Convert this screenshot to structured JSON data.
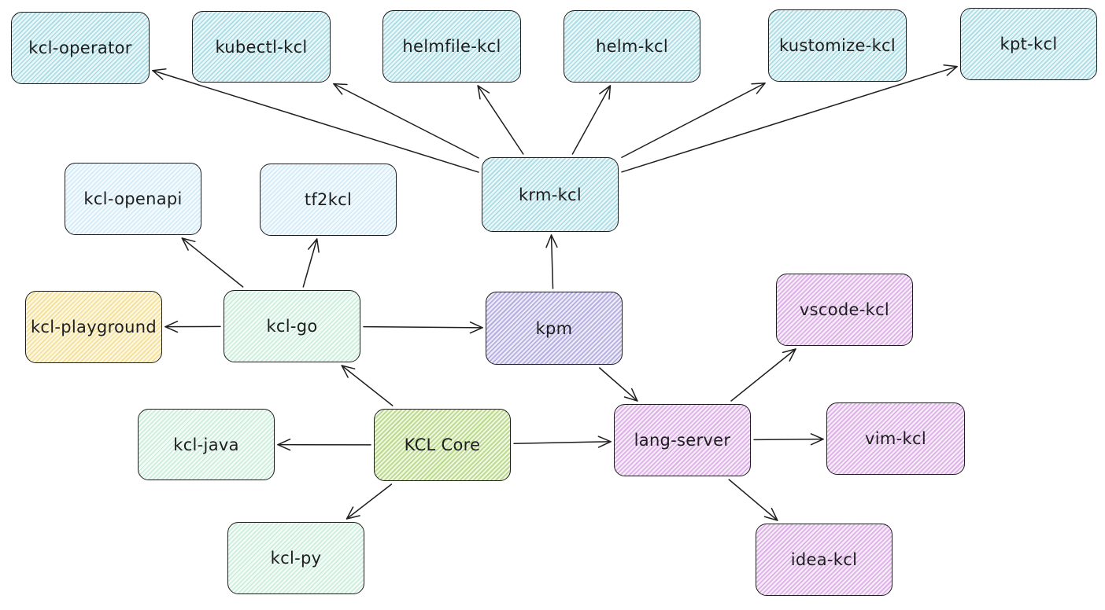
{
  "nodes": {
    "kcl_operator": {
      "label": "kcl-operator",
      "color": "#a5d8e0"
    },
    "kubectl_kcl": {
      "label": "kubectl-kcl",
      "color": "#a5d8e0"
    },
    "helmfile_kcl": {
      "label": "helmfile-kcl",
      "color": "#a5d8e0"
    },
    "helm_kcl": {
      "label": "helm-kcl",
      "color": "#a5d8e0"
    },
    "kustomize_kcl": {
      "label": "kustomize-kcl",
      "color": "#a5d8e0"
    },
    "kpt_kcl": {
      "label": "kpt-kcl",
      "color": "#a5d8e0"
    },
    "krm_kcl": {
      "label": "krm-kcl",
      "color": "#a5d8e0"
    },
    "kcl_openapi": {
      "label": "kcl-openapi",
      "color": "#cfe9f6"
    },
    "tf2kcl": {
      "label": "tf2kcl",
      "color": "#cfe9f6"
    },
    "kcl_playground": {
      "label": "kcl-playground",
      "color": "#f3df94"
    },
    "kcl_go": {
      "label": "kcl-go",
      "color": "#c6ecd8"
    },
    "kpm": {
      "label": "kpm",
      "color": "#b6ade0"
    },
    "vscode_kcl": {
      "label": "vscode-kcl",
      "color": "#dcb2e6"
    },
    "kcl_java": {
      "label": "kcl-java",
      "color": "#c6ecd8"
    },
    "kcl_core": {
      "label": "KCL Core",
      "color": "#b9d88c"
    },
    "lang_server": {
      "label": "lang-server",
      "color": "#dcb2e6"
    },
    "vim_kcl": {
      "label": "vim-kcl",
      "color": "#dcb2e6"
    },
    "kcl_py": {
      "label": "kcl-py",
      "color": "#c6ecd8"
    },
    "idea_kcl": {
      "label": "idea-kcl",
      "color": "#dcb2e6"
    }
  },
  "edges": [
    {
      "from": "krm_kcl",
      "to": "kcl_operator"
    },
    {
      "from": "krm_kcl",
      "to": "kubectl_kcl"
    },
    {
      "from": "krm_kcl",
      "to": "helmfile_kcl"
    },
    {
      "from": "krm_kcl",
      "to": "helm_kcl"
    },
    {
      "from": "krm_kcl",
      "to": "kustomize_kcl"
    },
    {
      "from": "krm_kcl",
      "to": "kpt_kcl"
    },
    {
      "from": "kpm",
      "to": "krm_kcl"
    },
    {
      "from": "kpm",
      "to": "lang_server"
    },
    {
      "from": "kcl_go",
      "to": "kcl_openapi"
    },
    {
      "from": "kcl_go",
      "to": "tf2kcl"
    },
    {
      "from": "kcl_go",
      "to": "kcl_playground"
    },
    {
      "from": "kcl_go",
      "to": "kpm"
    },
    {
      "from": "kcl_core",
      "to": "kcl_go"
    },
    {
      "from": "kcl_core",
      "to": "kcl_java"
    },
    {
      "from": "kcl_core",
      "to": "kcl_py"
    },
    {
      "from": "kcl_core",
      "to": "lang_server"
    },
    {
      "from": "lang_server",
      "to": "vscode_kcl"
    },
    {
      "from": "lang_server",
      "to": "vim_kcl"
    },
    {
      "from": "lang_server",
      "to": "idea_kcl"
    }
  ]
}
